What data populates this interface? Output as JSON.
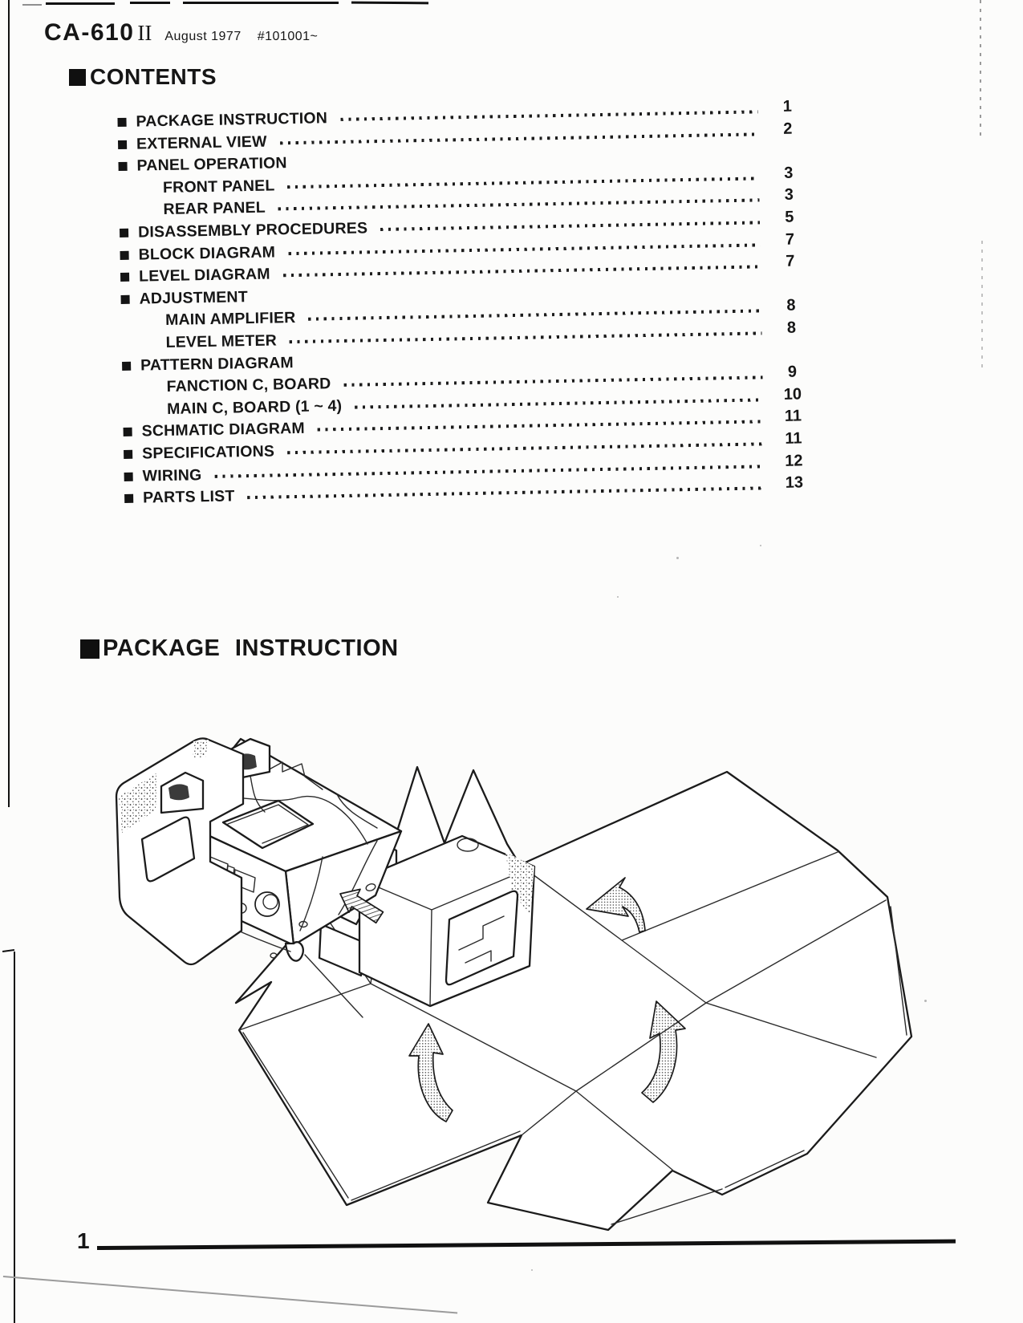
{
  "header": {
    "model": "CA-610",
    "model_suffix": "II",
    "date": "August 1977",
    "serial": "#101001~"
  },
  "contents": {
    "title": "CONTENTS",
    "items": [
      {
        "label": "PACKAGE INSTRUCTION",
        "page": "1"
      },
      {
        "label": "EXTERNAL VIEW",
        "page": "2"
      },
      {
        "label": "PANEL OPERATION",
        "page": ""
      },
      {
        "label": "FRONT PANEL",
        "page": "3"
      },
      {
        "label": "REAR PANEL",
        "page": "3"
      },
      {
        "label": "DISASSEMBLY PROCEDURES",
        "page": "5"
      },
      {
        "label": "BLOCK DIAGRAM",
        "page": "7"
      },
      {
        "label": "LEVEL DIAGRAM",
        "page": "7"
      },
      {
        "label": "ADJUSTMENT",
        "page": ""
      },
      {
        "label": "MAIN AMPLIFIER",
        "page": "8"
      },
      {
        "label": "LEVEL METER",
        "page": "8"
      },
      {
        "label": "PATTERN DIAGRAM",
        "page": ""
      },
      {
        "label": "FANCTION C, BOARD",
        "page": "9"
      },
      {
        "label": "MAIN C, BOARD (1 ~ 4)",
        "page": "10"
      },
      {
        "label": "SCHMATIC DIAGRAM",
        "page": "11"
      },
      {
        "label": "SPECIFICATIONS",
        "page": "11"
      },
      {
        "label": "WIRING",
        "page": "12"
      },
      {
        "label": "PARTS LIST",
        "page": "13"
      }
    ]
  },
  "package_section": {
    "title": "PACKAGE INSTRUCTION"
  },
  "footer": {
    "page_number": "1"
  }
}
